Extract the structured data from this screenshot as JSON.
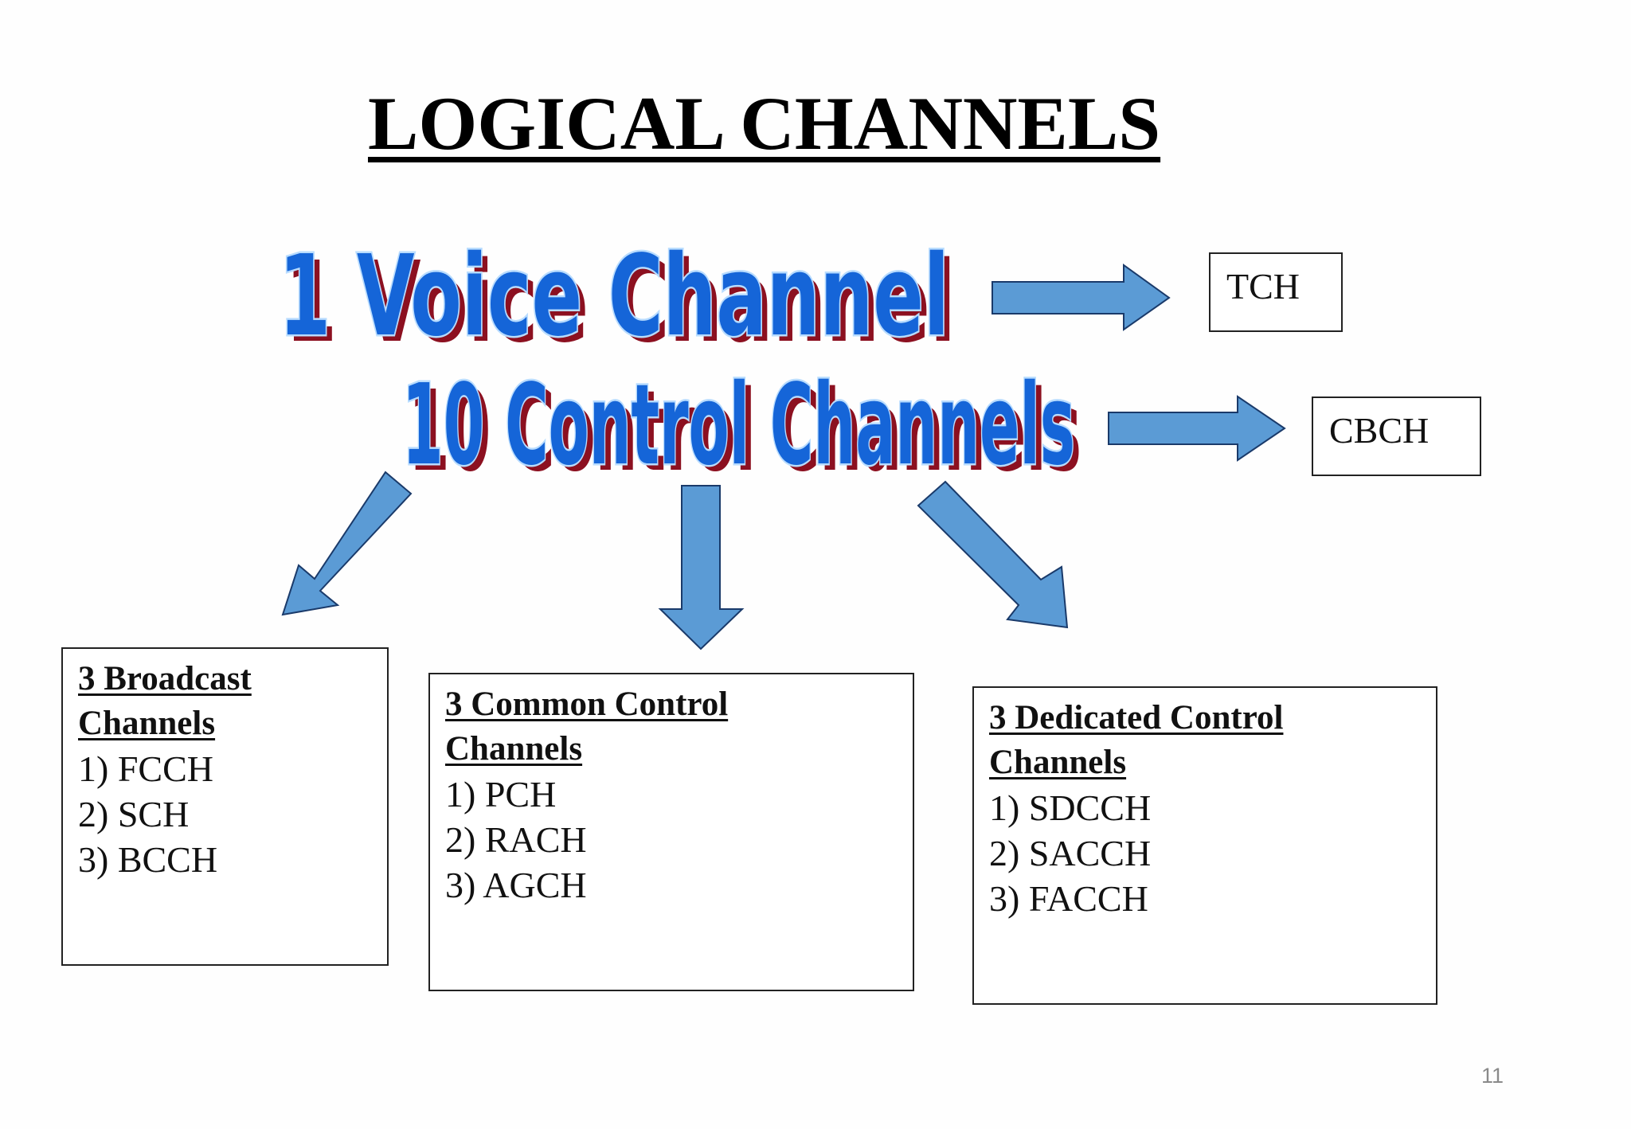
{
  "title": "LOGICAL CHANNELS",
  "wordart": {
    "voice": "1 Voice Channel",
    "control": "10 Control Channels"
  },
  "targets": {
    "voice_target": "TCH",
    "control_target": "CBCH"
  },
  "groups": [
    {
      "heading_line1": "3 Broadcast",
      "heading_line2": "Channels",
      "items": [
        "1) FCCH",
        "2) SCH",
        "3) BCCH"
      ]
    },
    {
      "heading_line1": "3 Common Control",
      "heading_line2": "Channels",
      "items": [
        "1) PCH",
        "2) RACH",
        "3) AGCH"
      ]
    },
    {
      "heading_line1": "3 Dedicated Control",
      "heading_line2": "Channels",
      "items": [
        "1) SDCCH",
        "2) SACCH",
        "3) FACCH"
      ]
    }
  ],
  "page_number": "11",
  "colors": {
    "wordart_fill": "#1565d8",
    "wordart_outline": "#b8dcff",
    "wordart_shadow": "#8c1020",
    "arrow_fill": "#5b9bd5",
    "arrow_stroke": "#1a3a6a"
  }
}
